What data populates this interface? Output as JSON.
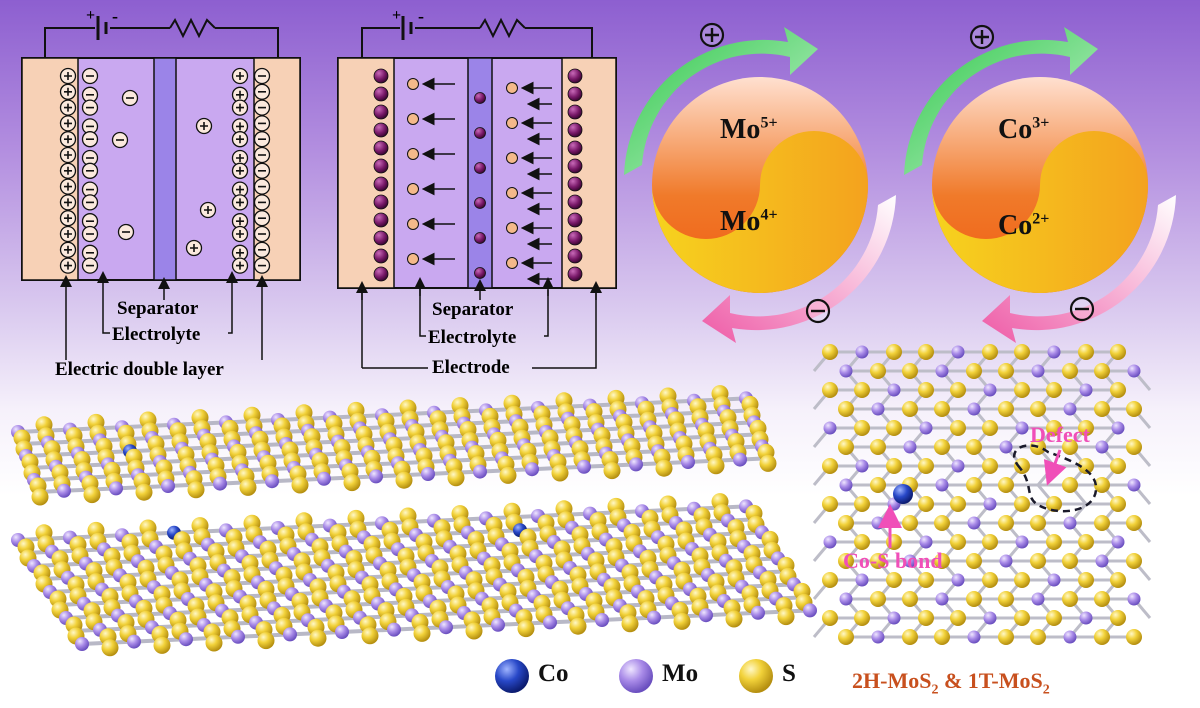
{
  "edl_panel": {
    "separator_label": "Separator",
    "electrolyte_label": "Electrolyte",
    "edl_label": "Electric double layer",
    "plus_sign": "+",
    "minus_sign": "-"
  },
  "pseudo_panel": {
    "separator_label": "Separator",
    "electrolyte_label": "Electrolyte",
    "electrode_label": "Electrode",
    "plus_sign": "+",
    "minus_sign": "-"
  },
  "redox": {
    "mo_high": "Mo",
    "mo_high_charge": "5+",
    "mo_low": "Mo",
    "mo_low_charge": "4+",
    "co_high": "Co",
    "co_high_charge": "3+",
    "co_low": "Co",
    "co_low_charge": "2+"
  },
  "lattice_labels": {
    "defect": "Defect",
    "bond": "Co-S bond"
  },
  "legend": {
    "co": "Co",
    "mo": "Mo",
    "s": "S"
  },
  "bottom_title": {
    "part1": "2H-MoS",
    "sub1": "2",
    "part2": " & 1T-MoS",
    "sub2": "2"
  },
  "colors": {
    "electrode": "#f7d1b6",
    "electrolyte": "#c9a8f0",
    "separator": "#9b84e8",
    "sulfur": "#f2d23a",
    "molybdenum": "#9a7fe0",
    "cobalt": "#1f3fb0",
    "ion_dark": "#7a1a6a",
    "ion_light": "#f4b98a",
    "cycle_green": "#3fce57",
    "cycle_pink": "#ef6fb0",
    "yin_yellow": "#f2c81e",
    "yin_orange": "#f06a1e",
    "annotation": "#f04fb8",
    "title": "#c8501e"
  }
}
